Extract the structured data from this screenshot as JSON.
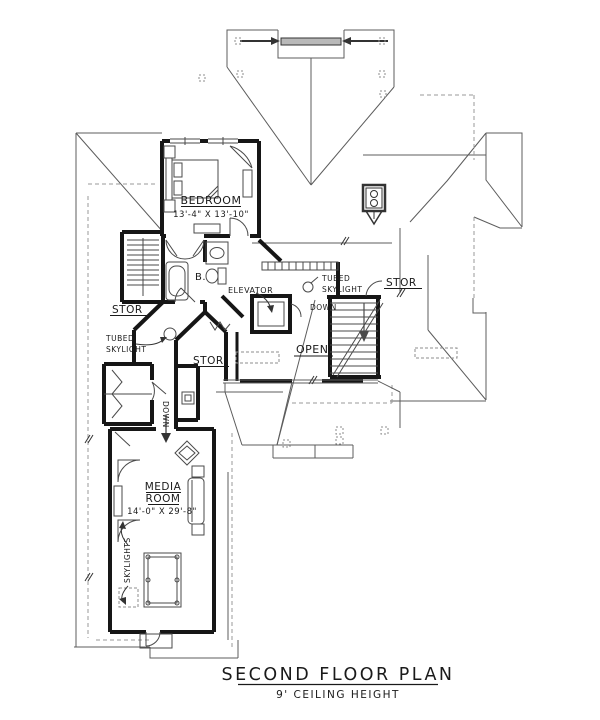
{
  "plan": {
    "title": "SECOND FLOOR PLAN",
    "subtitle": "9' CEILING HEIGHT",
    "labels": {
      "bedroom_name": "BEDROOM",
      "bedroom_dims": "13'-4\" X 13'-10\"",
      "bath": "B.",
      "elevator": "ELEVATOR",
      "stor_left": "STOR",
      "stor_center": "STOR",
      "stor_right": "STOR",
      "open": "OPEN",
      "down_stairs": "DOWN",
      "down_corridor": "DOWN",
      "media_name_line1": "MEDIA",
      "media_name_line2": "ROOM",
      "media_dims": "14'-0\" X 29'-8\"",
      "tubed_skylight_left_line1": "TUBED",
      "tubed_skylight_left_line2": "SKYLIGHT",
      "tubed_skylight_right_line1": "TUBED",
      "tubed_skylight_right_line2": "SKYLIGHT",
      "skylights": "SKYLIGHTS"
    },
    "colors": {
      "wall": "#161616",
      "roof_line": "#5c5c5c",
      "dashed_line": "#9a9a9a",
      "fixture_line": "#4a4a4a",
      "paper": "#ffffff"
    }
  }
}
